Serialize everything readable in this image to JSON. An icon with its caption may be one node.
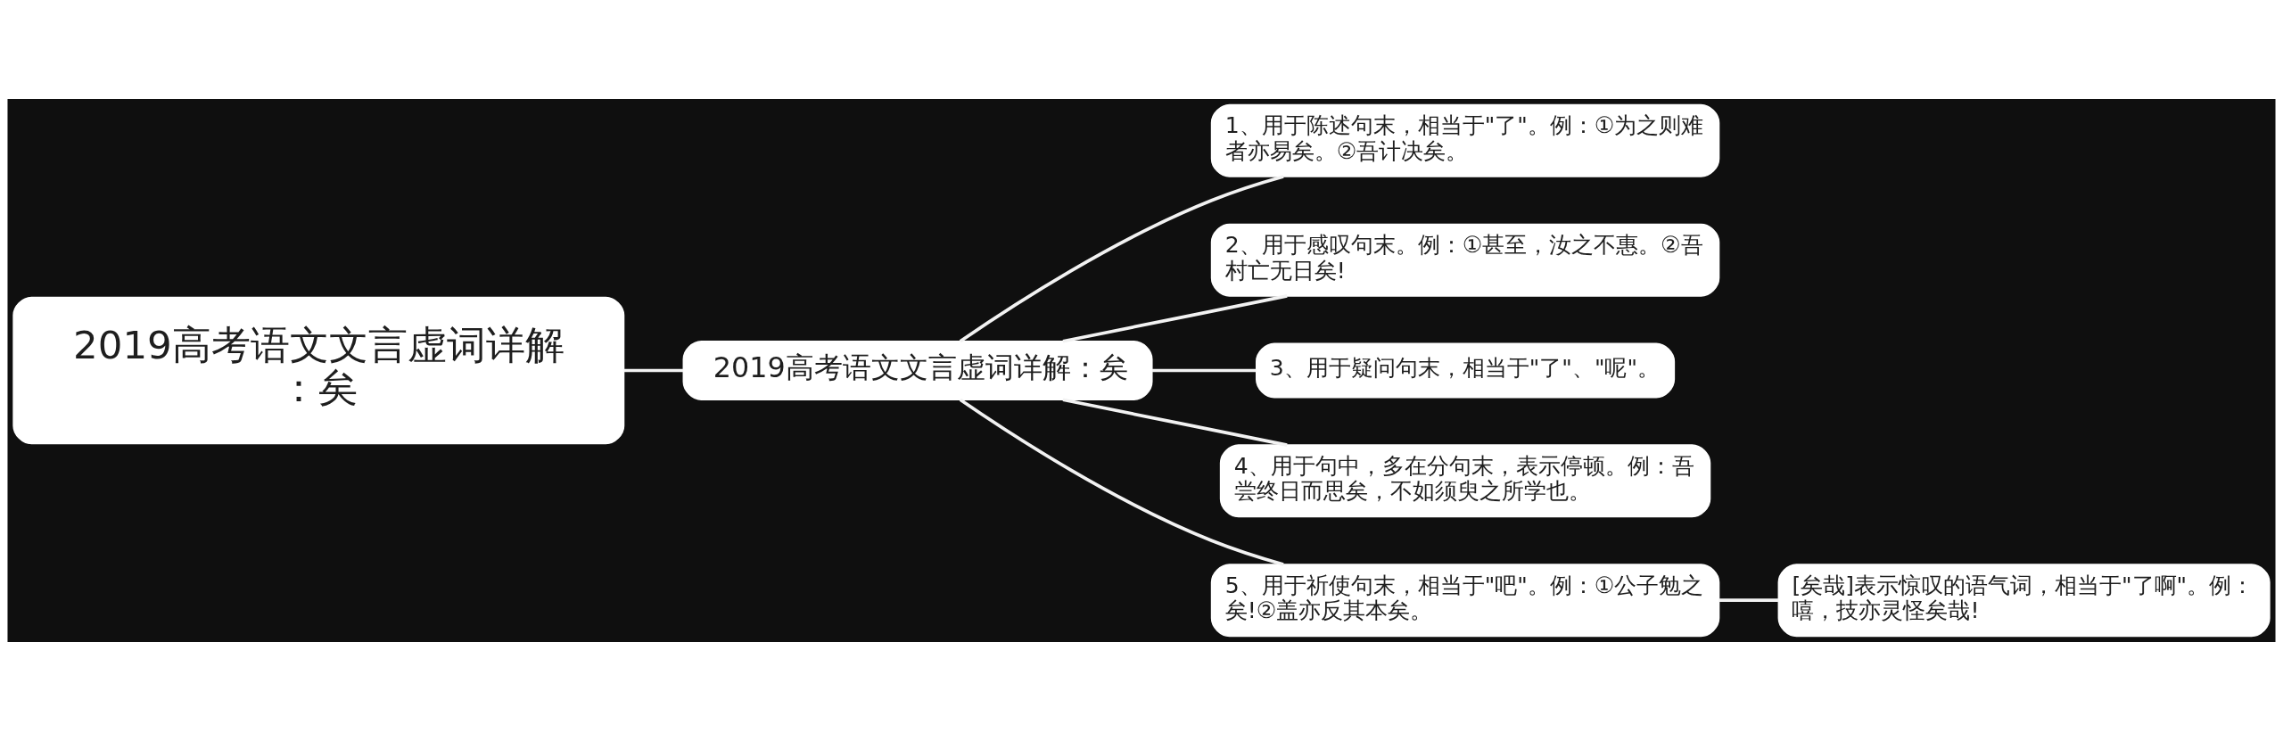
{
  "diagram": {
    "nodes": [
      {
        "text": [
          "2019高考语文文言虚词详解：矣"
        ]
      },
      {
        "text": [
          "2019高考语文文言虚词详解：矣"
        ]
      },
      {
        "text": [
          "1、用于陈述句末，相当于\"了\"。例：①为之则难者亦易矣。②吾计决矣。"
        ]
      },
      {
        "text": [
          "2、用于感叹句末。例：①甚至，汝之不惠。②吾村亡无日矣!"
        ]
      },
      {
        "text": [
          "3、用于疑问句末，相当于\"了\"、\"呢\"。"
        ]
      },
      {
        "text": [
          "4、用于句中，多在分句末，表示停顿。例：吾尝终日而思矣，不如须臾之所学也。"
        ]
      },
      {
        "text": [
          "5、用于祈使句末，相当于\"吧\"。例：①公子勉之矣!②盖亦反其本矣。"
        ]
      },
      {
        "text": [
          "[矣哉]表示惊叹的语气词，相当于\"了啊\"。例：嘻，技亦灵怪矣哉!"
        ]
      }
    ],
    "edges": [
      {
        "from": 0,
        "to": 1,
        "arrow": "none"
      },
      {
        "from": 1,
        "to": 2,
        "arrow": "none"
      },
      {
        "from": 1,
        "to": 3,
        "arrow": "none"
      },
      {
        "from": 1,
        "to": 4,
        "arrow": "none"
      },
      {
        "from": 1,
        "to": 5,
        "arrow": "none"
      },
      {
        "from": 1,
        "to": 6,
        "arrow": "none"
      },
      {
        "from": 6,
        "to": 7,
        "arrow": "none"
      }
    ]
  }
}
